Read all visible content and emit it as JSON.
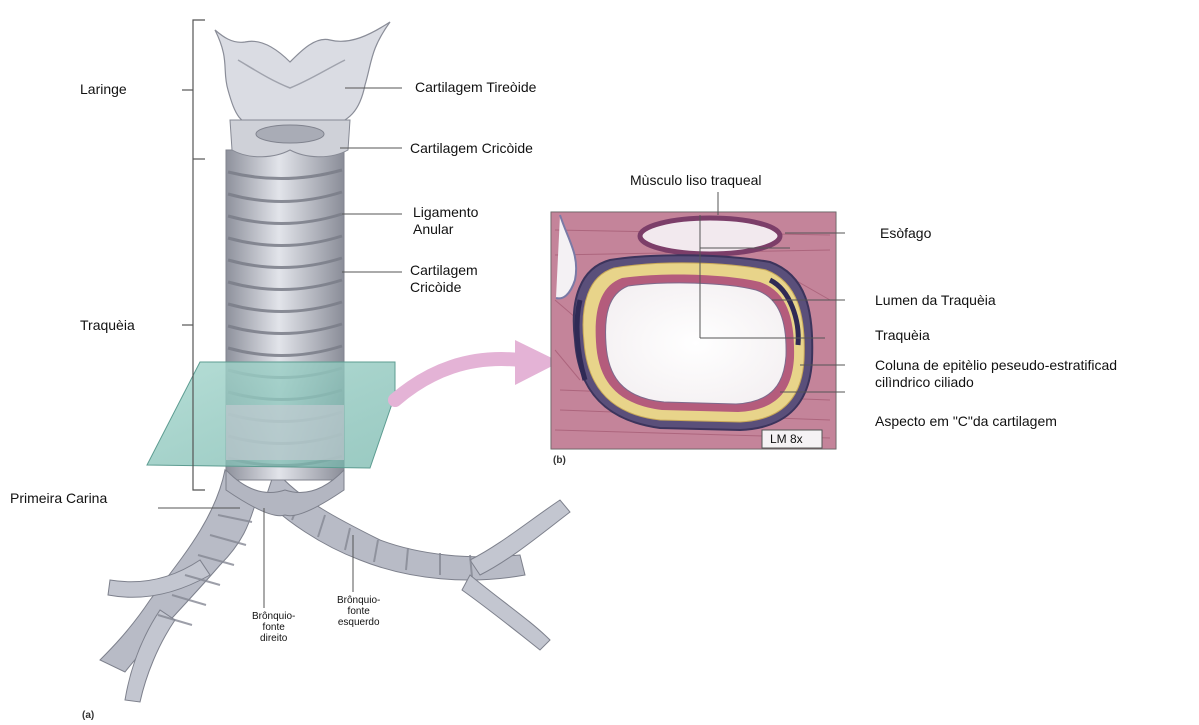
{
  "panel_a": {
    "tag": "(a)",
    "labels": {
      "laringe": "Laringe",
      "traqueia": "Traquèia",
      "primeira_carina": "Primeira Carina",
      "cartilagem_tireoide": "Cartilagem Tireòide",
      "cartilagem_cricoide_top": "Cartilagem Cricòide",
      "ligamento_anular": "Ligamento\nAnular",
      "cartilagem_cricoide_side": "Cartilagem\nCricòide",
      "bronquio_direito": "Brônquio-\nfonte\ndireito",
      "bronquio_esquerdo": "Brônquio-\nfonte\nesquerdo"
    }
  },
  "panel_b": {
    "tag": "(b)",
    "scale_badge": "LM 8x",
    "labels": {
      "musculo_liso": "Mùsculo liso traqueal",
      "esofago": "Esòfago",
      "lumen": "Lumen da Traquèia",
      "traqueia": "Traquèia",
      "coluna": "Coluna de epitèlio peseudo-estratificad\ncilìndrico ciliado",
      "aspecto_c": "Aspecto em \"C\"da cartilagem"
    }
  },
  "colors": {
    "leader_line": "#555555",
    "tissue_pink": "#c9829a",
    "cartilage_yellow": "#e8d48a",
    "glass_plane": "#8fc9bf",
    "arrow_pink": "#e4b3d6",
    "trachea_gray": "#b9bcc6"
  }
}
